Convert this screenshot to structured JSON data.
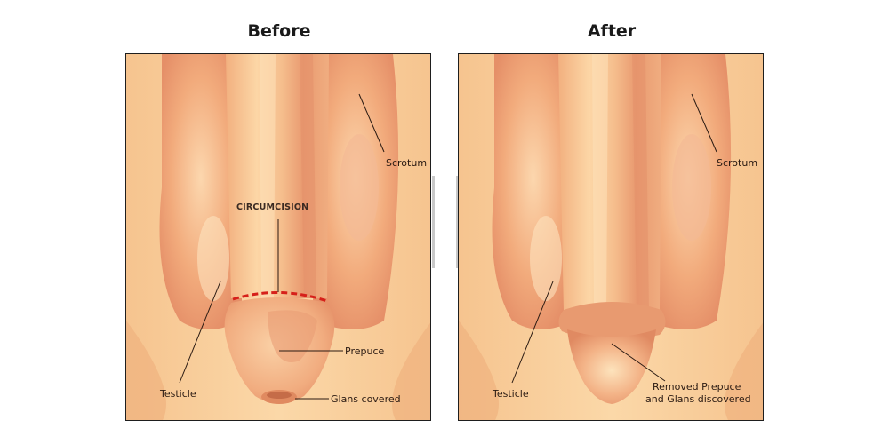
{
  "titles": {
    "before": "Before",
    "after": "After"
  },
  "before_labels": {
    "scrotum": "Scrotum",
    "circumcision": "CIRCUMCISION",
    "prepuce": "Prepuce",
    "testicle": "Testicle",
    "glans_covered": "Glans covered"
  },
  "after_labels": {
    "scrotum": "Scrotum",
    "testicle": "Testicle",
    "removed_line1": "Removed Prepuce",
    "removed_line2": "and Glans discovered"
  },
  "colors": {
    "skin_light": "#fbd3a0",
    "skin_mid": "#f3b07d",
    "skin_dark": "#e08a60",
    "cut_line": "#d6201a",
    "outline": "#1e1e1e"
  }
}
